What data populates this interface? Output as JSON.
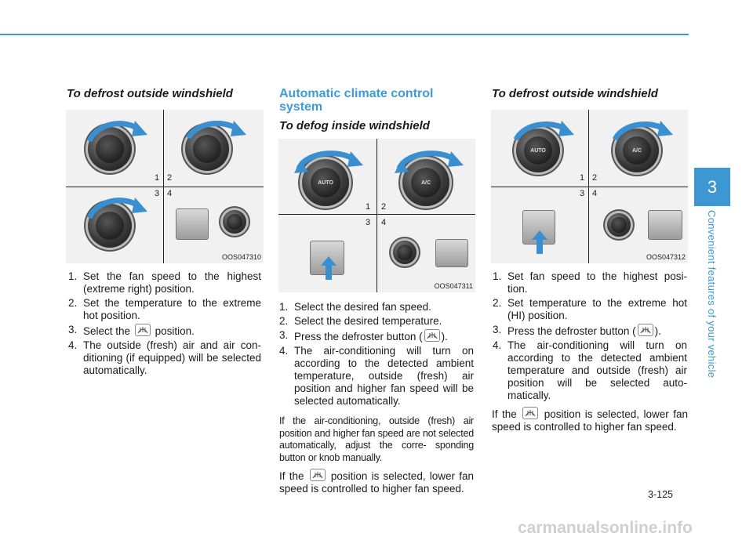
{
  "sidebar": {
    "chapter": "3",
    "title": "Convenient features of your vehicle"
  },
  "page_number": "3-125",
  "watermark": "carmanualsonline.info",
  "col1": {
    "heading": "To defrost outside windshield",
    "figure": {
      "code": "OOS047310",
      "labels": [
        "1",
        "2",
        "3",
        "4"
      ]
    },
    "items": [
      {
        "n": "1.",
        "text": "Set the fan speed to the highest (extreme right) position."
      },
      {
        "n": "2.",
        "text": "Set the temperature to the extreme hot position."
      },
      {
        "n": "3.",
        "pre": "Select the",
        "post": "position."
      },
      {
        "n": "4.",
        "text": "The outside (fresh) air and air con- ditioning (if equipped) will be selected automatically."
      }
    ]
  },
  "col2": {
    "section_title": "Automatic climate control system",
    "heading": "To defog inside windshield",
    "figure": {
      "code": "OOS047311",
      "labels": [
        "1",
        "2",
        "3",
        "4"
      ],
      "knob1": "AUTO",
      "knob2": "A/C"
    },
    "items": [
      {
        "n": "1.",
        "text": "Select the desired fan speed."
      },
      {
        "n": "2.",
        "text": "Select the desired temperature."
      },
      {
        "n": "3.",
        "pre": "Press the defroster button (",
        "post": ")."
      },
      {
        "n": "4.",
        "text": "The air-conditioning will turn on according to the detected ambient temperature, outside (fresh) air position and higher fan speed will be selected automatically."
      }
    ],
    "para1": "If the air-conditioning, outside (fresh) air position and higher fan speed are not selected automatically, adjust the corre- sponding button or knob manually.",
    "para2_pre": "If the",
    "para2_post": "position is selected, lower fan speed is controlled to higher fan speed."
  },
  "col3": {
    "heading": "To defrost outside windshield",
    "figure": {
      "code": "OOS047312",
      "labels": [
        "1",
        "2",
        "3",
        "4"
      ],
      "knob1": "AUTO",
      "knob2": "A/C"
    },
    "items": [
      {
        "n": "1.",
        "text": "Set fan speed to the highest posi- tion."
      },
      {
        "n": "2.",
        "text": "Set temperature to the extreme hot (HI) position."
      },
      {
        "n": "3.",
        "pre": "Press the defroster button (",
        "post": ")."
      },
      {
        "n": "4.",
        "text": "The air-conditioning will turn on according to the detected ambient temperature and outside (fresh) air position will be selected auto- matically."
      }
    ],
    "para_pre": "If the",
    "para_post": "position is selected, lower fan speed is controlled to higher fan speed."
  },
  "colors": {
    "accent": "#3c97d3",
    "arrow": "#3a8fd0"
  }
}
